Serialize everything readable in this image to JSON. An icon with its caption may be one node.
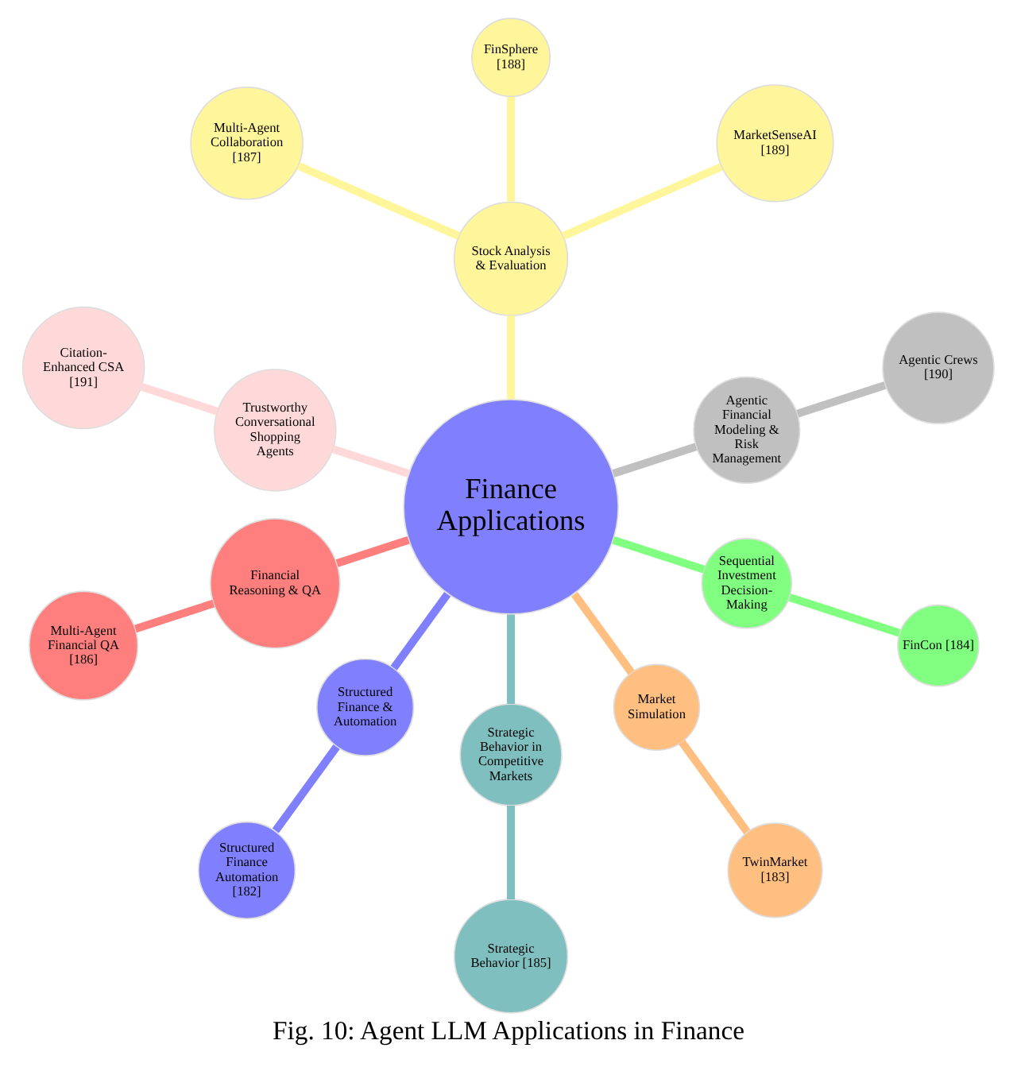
{
  "diagram": {
    "caption": "Fig. 10: Agent LLM Applications in Finance",
    "nodes": [
      {
        "text": [
          "Finance Applications"
        ]
      },
      {
        "text": [
          "Agentic Crews [190]"
        ]
      },
      {
        "text": [
          "MarketSenseAI [189]"
        ]
      },
      {
        "text": [
          "FinSphere [188]"
        ]
      },
      {
        "text": [
          "Multi-Agent Collaboration [187]"
        ]
      },
      {
        "text": [
          "Agentic Financial Modeling & Risk Management"
        ]
      },
      {
        "text": [
          "Stock Analysis & Evaluation"
        ]
      },
      {
        "text": [
          "Citation-Enhanced CSA [191]"
        ]
      },
      {
        "text": [
          "Multi-Agent Financial QA [186]"
        ]
      },
      {
        "text": [
          "Trustworthy Conversational Shopping Agents"
        ]
      },
      {
        "text": [
          "Financial Reasoning & QA"
        ]
      },
      {
        "text": [
          "Structured Finance & Automation"
        ]
      },
      {
        "text": [
          "Strategic Behavior in Competitive Markets"
        ]
      },
      {
        "text": [
          "Structured Finance Automation [182]"
        ]
      },
      {
        "text": [
          "Market Simulation"
        ]
      },
      {
        "text": [
          "Sequential Investment Decision-Making"
        ]
      },
      {
        "text": [
          "Strategic Behavior [185]"
        ]
      },
      {
        "text": [
          "TwinMarket [183]"
        ]
      },
      {
        "text": [
          "FinCon [184]"
        ]
      }
    ],
    "edges": [
      {
        "from": 0,
        "to": 5,
        "arrow": "none",
        "color": "#c0c0c0"
      },
      {
        "from": 0,
        "to": 6,
        "arrow": "none",
        "color": "#fff59a"
      },
      {
        "from": 0,
        "to": 10,
        "arrow": "none",
        "color": "#ff7f7f"
      },
      {
        "from": 0,
        "to": 12,
        "arrow": "none",
        "color": "#80bfbf"
      },
      {
        "from": 0,
        "to": 15,
        "arrow": "none",
        "color": "#80ff80"
      },
      {
        "from": 0,
        "to": 14,
        "arrow": "none",
        "color": "#ffbf80"
      },
      {
        "from": 0,
        "to": 11,
        "arrow": "none",
        "color": "#8080ff"
      },
      {
        "from": 0,
        "to": 9,
        "arrow": "none",
        "color": "#ffd9d9"
      },
      {
        "from": 5,
        "to": 1,
        "arrow": "none",
        "color": "#c0c0c0"
      },
      {
        "from": 6,
        "to": 2,
        "arrow": "none",
        "color": "#fff59a"
      },
      {
        "from": 6,
        "to": 3,
        "arrow": "none",
        "color": "#fff59a"
      },
      {
        "from": 6,
        "to": 4,
        "arrow": "none",
        "color": "#fff59a"
      },
      {
        "from": 10,
        "to": 8,
        "arrow": "none",
        "color": "#ff7f7f"
      },
      {
        "from": 12,
        "to": 16,
        "arrow": "none",
        "color": "#80bfbf"
      },
      {
        "from": 15,
        "to": 18,
        "arrow": "none",
        "color": "#80ff80"
      },
      {
        "from": 14,
        "to": 17,
        "arrow": "none",
        "color": "#ffbf80"
      },
      {
        "from": 11,
        "to": 13,
        "arrow": "none",
        "color": "#8080ff"
      },
      {
        "from": 9,
        "to": 7,
        "arrow": "none",
        "color": "#ffd9d9"
      }
    ]
  }
}
